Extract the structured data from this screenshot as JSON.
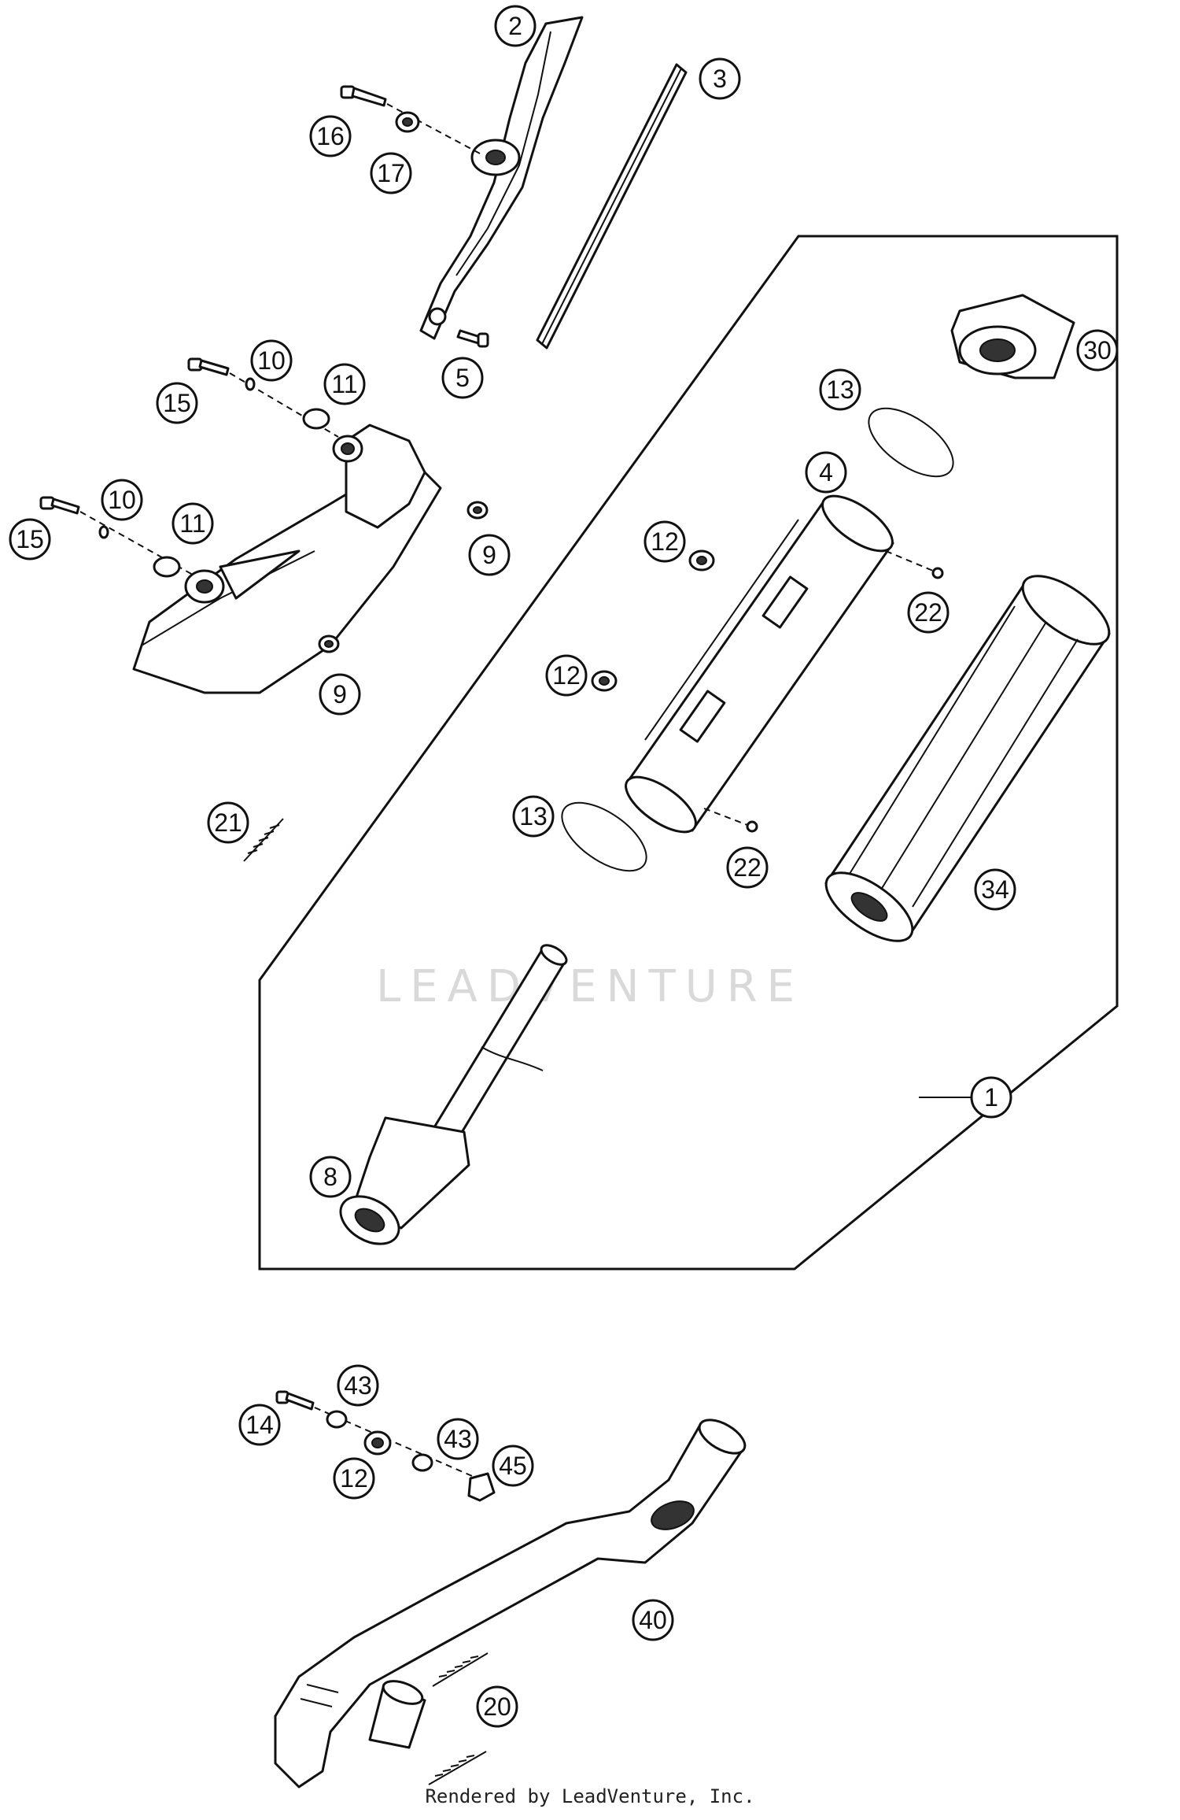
{
  "diagram": {
    "callouts": [
      {
        "id": "c2",
        "label": "2"
      },
      {
        "id": "c3",
        "label": "3"
      },
      {
        "id": "c16",
        "label": "16"
      },
      {
        "id": "c17",
        "label": "17"
      },
      {
        "id": "c5",
        "label": "5"
      },
      {
        "id": "c30",
        "label": "30"
      },
      {
        "id": "c10a",
        "label": "10"
      },
      {
        "id": "c11a",
        "label": "11"
      },
      {
        "id": "c15a",
        "label": "15"
      },
      {
        "id": "c10b",
        "label": "10"
      },
      {
        "id": "c11b",
        "label": "11"
      },
      {
        "id": "c15b",
        "label": "15"
      },
      {
        "id": "c9a",
        "label": "9"
      },
      {
        "id": "c9b",
        "label": "9"
      },
      {
        "id": "c13a",
        "label": "13"
      },
      {
        "id": "c4",
        "label": "4"
      },
      {
        "id": "c12a",
        "label": "12"
      },
      {
        "id": "c22a",
        "label": "22"
      },
      {
        "id": "c12b",
        "label": "12"
      },
      {
        "id": "c21",
        "label": "21"
      },
      {
        "id": "c13b",
        "label": "13"
      },
      {
        "id": "c22b",
        "label": "22"
      },
      {
        "id": "c34",
        "label": "34"
      },
      {
        "id": "c1",
        "label": "1"
      },
      {
        "id": "c8",
        "label": "8"
      },
      {
        "id": "c43a",
        "label": "43"
      },
      {
        "id": "c14",
        "label": "14"
      },
      {
        "id": "c43b",
        "label": "43"
      },
      {
        "id": "c45",
        "label": "45"
      },
      {
        "id": "c12c",
        "label": "12"
      },
      {
        "id": "c40",
        "label": "40"
      },
      {
        "id": "c20",
        "label": "20"
      }
    ],
    "watermark": "LEADVENTURE",
    "footer": "Rendered by LeadVenture, Inc."
  }
}
